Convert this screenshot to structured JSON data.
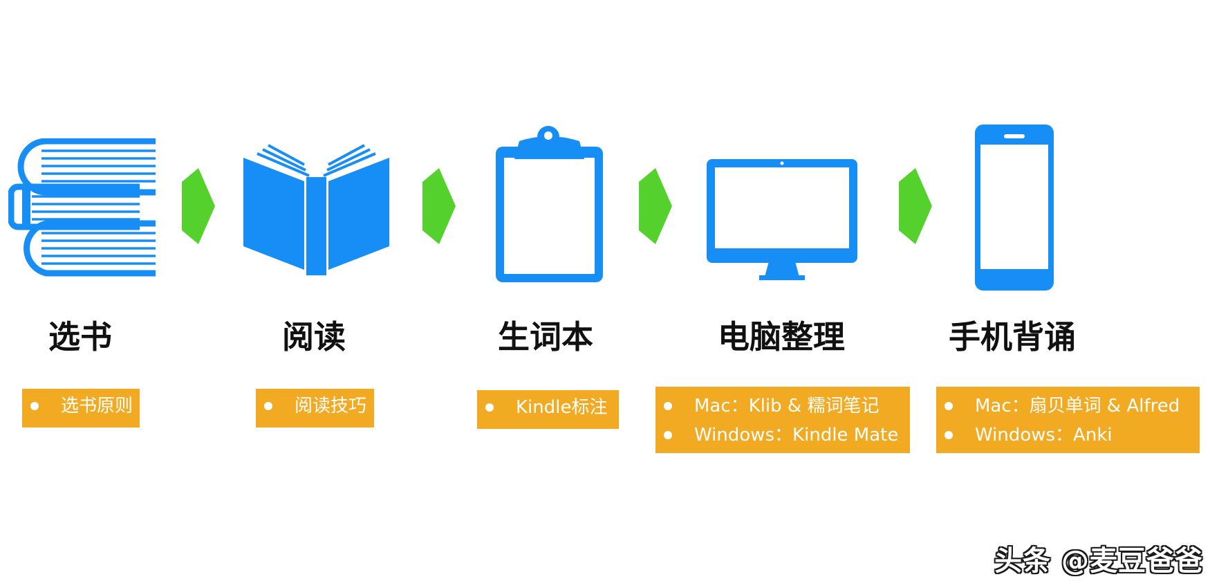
{
  "colors": {
    "icon_blue": "#168ef6",
    "arrow_green": "#55d12e",
    "note_orange": "#f2aa23",
    "title_text": "#111111",
    "note_text": "#ffffff"
  },
  "steps": [
    {
      "icon": "stacked-books-icon",
      "title": "选书",
      "notes": [
        "选书原则"
      ]
    },
    {
      "icon": "open-book-icon",
      "title": "阅读",
      "notes": [
        "阅读技巧"
      ]
    },
    {
      "icon": "clipboard-icon",
      "title": "生词本",
      "notes": [
        "Kindle标注"
      ]
    },
    {
      "icon": "desktop-monitor-icon",
      "title": "电脑整理",
      "notes": [
        "Mac：Klib & 糯词笔记",
        "Windows：Kindle Mate"
      ]
    },
    {
      "icon": "smartphone-icon",
      "title": "手机背诵",
      "notes": [
        "Mac：扇贝单词 & Alfred",
        "Windows：Anki"
      ]
    }
  ],
  "arrow_icon": "right-arrow-icon",
  "watermark": "头条 @麦豆爸爸"
}
